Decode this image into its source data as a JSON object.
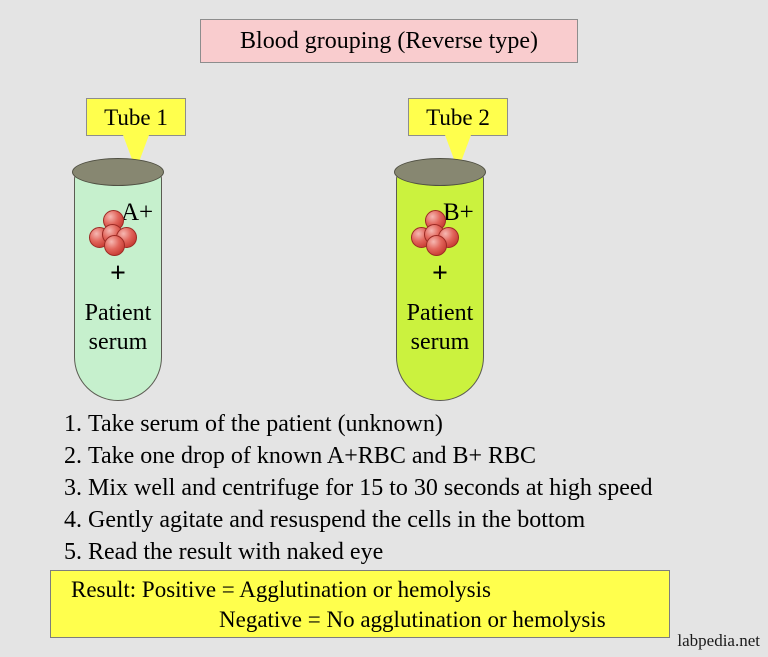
{
  "background_color": "#e4e4e4",
  "title": {
    "text": "Blood grouping (Reverse type)",
    "background_color": "#f9ccce",
    "border_color": "#8d8d8d"
  },
  "tubes": [
    {
      "callout_label": "Tube 1",
      "callout_color": "#ffff4d",
      "blood_type": "A+",
      "plus_sign": "+",
      "contents_line1": "Patient",
      "contents_line2": "serum",
      "fill_color": "#c6f0cd",
      "cap_color": "#878771",
      "rbc_color": "#e2665c"
    },
    {
      "callout_label": "Tube 2",
      "callout_color": "#ffff4d",
      "blood_type": "B+",
      "plus_sign": "+",
      "contents_line1": "Patient",
      "contents_line2": "serum",
      "fill_color": "#cbf23e",
      "cap_color": "#878771",
      "rbc_color": "#e2665c"
    }
  ],
  "steps": [
    {
      "number": "1.",
      "text": "Take serum of the patient (unknown)"
    },
    {
      "number": "2.",
      "text": "Take one drop of known A+RBC and B+ RBC"
    },
    {
      "number": "3.",
      "text": "Mix well and centrifuge for 15 to 30 seconds at high speed"
    },
    {
      "number": "4.",
      "text": "Gently agitate and resuspend the cells in the bottom"
    },
    {
      "number": "5.",
      "text": "Read the result with naked eye"
    }
  ],
  "result": {
    "line1": "Result: Positive = Agglutination or hemolysis",
    "line2": "Negative = No agglutination or hemolysis",
    "background_color": "#ffff4d",
    "border_color": "#7d7d7d"
  },
  "watermark": "labpedia.net"
}
